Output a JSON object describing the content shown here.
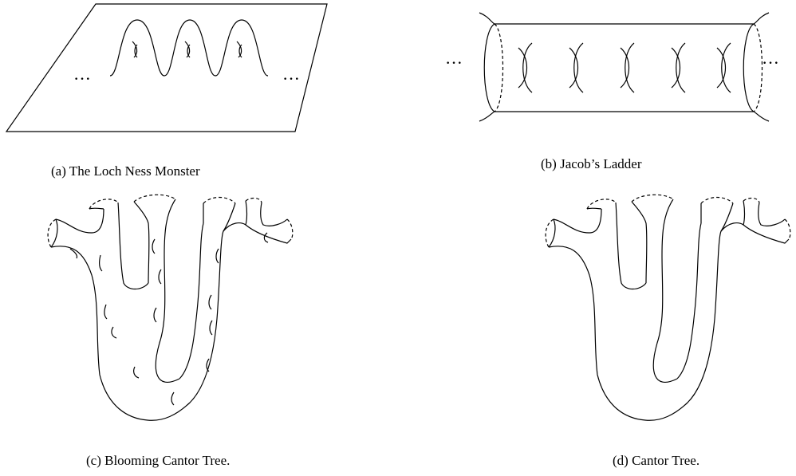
{
  "captions": {
    "a": "(a) The Loch Ness Monster",
    "b": "(b) Jacob’s Ladder",
    "c": "(c) Blooming Cantor Tree.",
    "d": "(d) Cantor Tree."
  },
  "ellipsis": "···",
  "colors": {
    "stroke": "#000000",
    "background": "#ffffff"
  }
}
